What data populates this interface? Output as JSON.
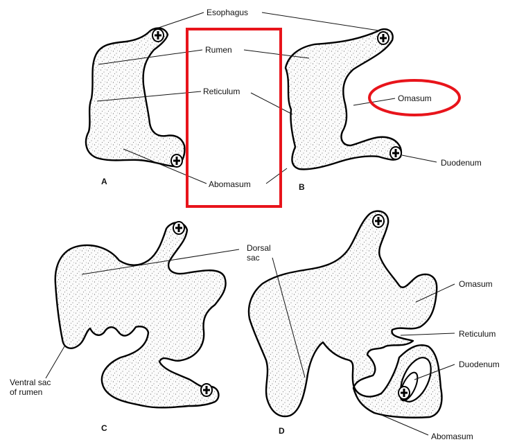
{
  "labels": {
    "esophagus": "Esophagus",
    "rumen": "Rumen",
    "reticulum": "Reticulum",
    "omasum": "Omasum",
    "abomasum": "Abomasum",
    "duodenum": "Duodenum",
    "dorsal_sac_line1": "Dorsal",
    "dorsal_sac_line2": "sac",
    "ventral_sac_line1": "Ventral sac",
    "ventral_sac_line2": "of rumen"
  },
  "panel_letters": [
    "A",
    "B",
    "C",
    "D"
  ],
  "highlights": {
    "rectangle_color": "#e8141b",
    "ellipse_color": "#e8141b"
  }
}
